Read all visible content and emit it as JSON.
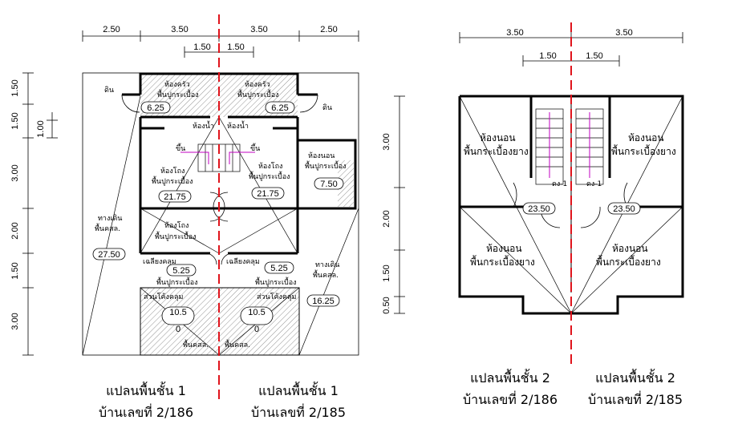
{
  "plan1": {
    "dims_top": [
      "2.50",
      "3.50",
      "3.50",
      "2.50"
    ],
    "dims_top_inner": [
      "1.50",
      "1.50"
    ],
    "dims_left": [
      "1.50",
      "1.50",
      "1.00",
      "3.00",
      "2.00",
      "1.50",
      "3.00"
    ],
    "labels": {
      "soil": "ดิน",
      "kitchen": "ห้องครัว",
      "tile_floor": "พื้นปูกระเบื้อง",
      "bathroom": "ห้องน้ำ",
      "up": "ขึ้น",
      "hall": "ห้องโถง",
      "walkway": "ทางเดิน",
      "concrete_floor": "พื้นคสล.",
      "bedroom": "ห้องนอน",
      "porch": "เฉลียงคลุม",
      "carport": "ส่วนโค้งคลุม"
    },
    "areas": {
      "kitchen_left": "6.25",
      "kitchen_right": "6.25",
      "hall_left": "21.75",
      "hall_right": "21.75",
      "bedroom": "7.50",
      "walkway_left": "27.50",
      "walkway_right": "16.25",
      "porch_left": "5.25",
      "porch_right": "5.25",
      "carport_left": "10.5",
      "carport_right": "10.5",
      "carport_sub": "0"
    },
    "caption_left_1": "แปลนพื้นชั้น 1",
    "caption_left_2": "บ้านเลขที่ 2/186",
    "caption_right_1": "แปลนพื้นชั้น 1",
    "caption_right_2": "บ้านเลขที่ 2/185"
  },
  "plan2": {
    "dims_top": [
      "3.50",
      "3.50"
    ],
    "dims_top_inner": [
      "1.50",
      "1.50"
    ],
    "dims_left": [
      "3.00",
      "2.00",
      "1.50",
      "0.50"
    ],
    "labels": {
      "bedroom": "ห้องนอน",
      "vinyl_floor": "พื้นกระเบื้องยาง",
      "stair_tag": "ดง-1"
    },
    "areas": {
      "left": "23.50",
      "right": "23.50"
    },
    "caption_left_1": "แปลนพื้นชั้น 2",
    "caption_left_2": "บ้านเลขที่ 2/186",
    "caption_right_1": "แปลนพื้นชั้น 2",
    "caption_right_2": "บ้านเลขที่ 2/185"
  },
  "colors": {
    "centerline": "#e0141c",
    "wall": "#000000",
    "stair_arrow": "#c000c0"
  }
}
